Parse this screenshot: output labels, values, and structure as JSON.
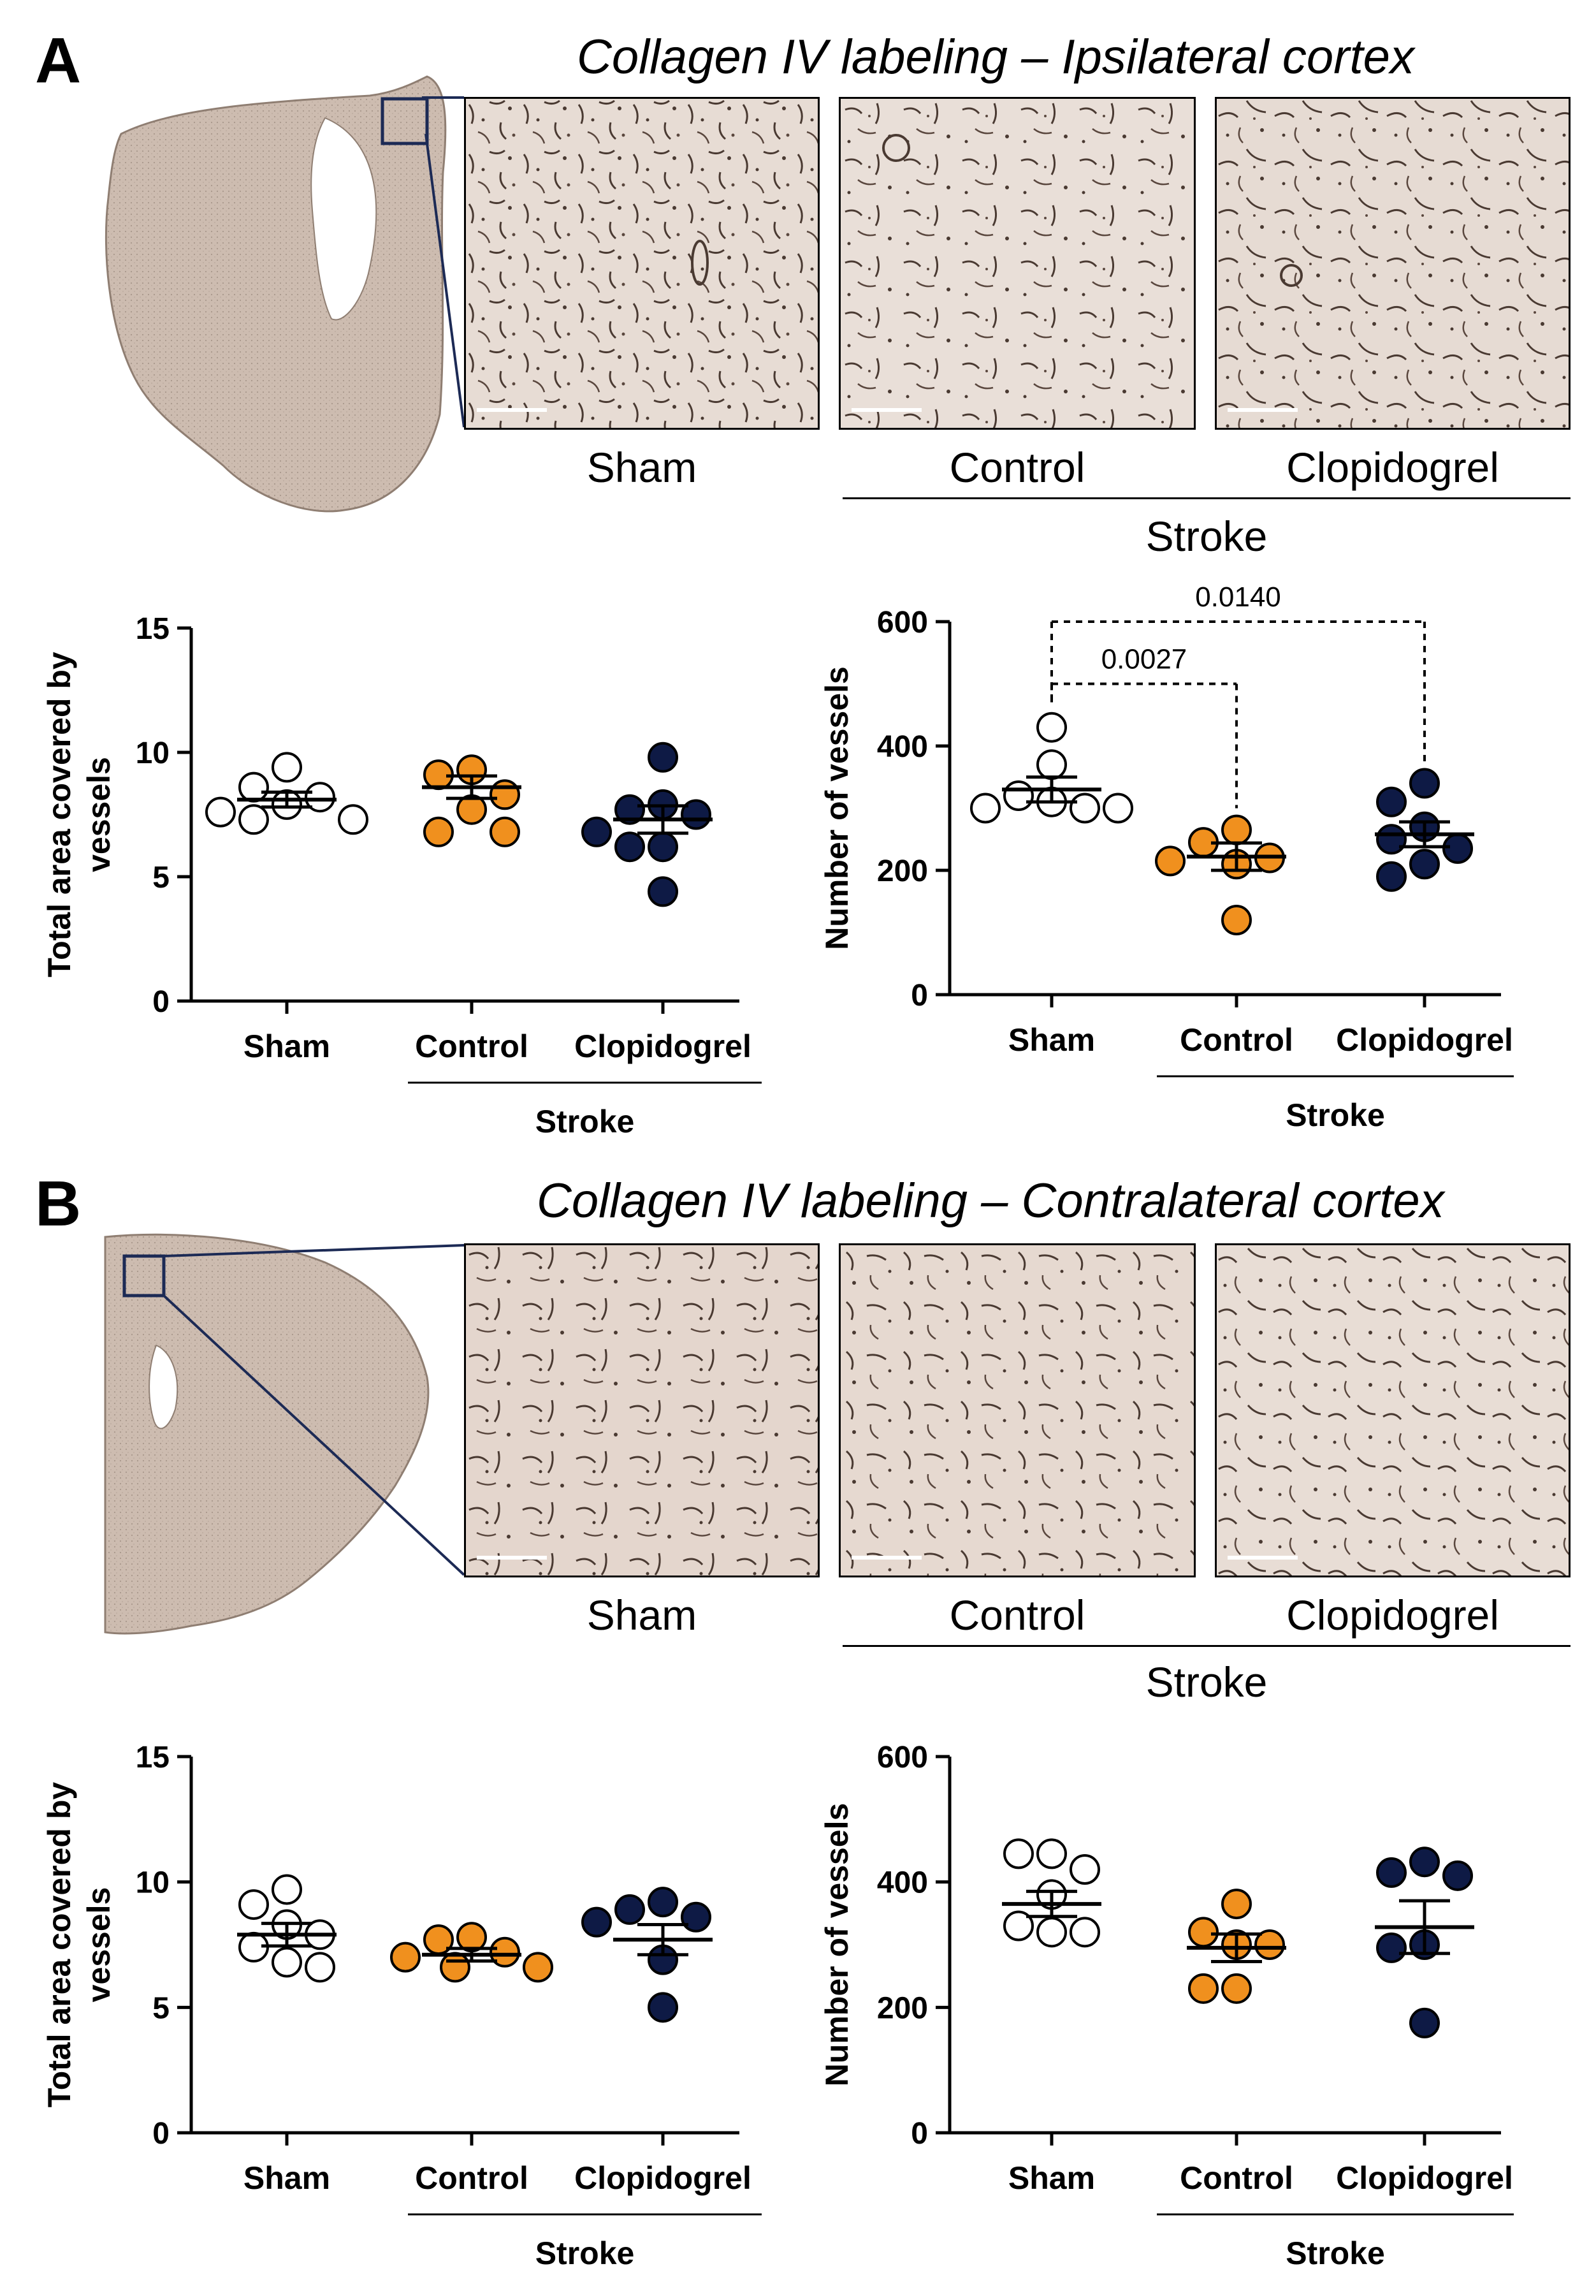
{
  "panels": [
    {
      "letter": "A",
      "title": "Collagen IV labeling – Ipsilateral cortex",
      "micro_labels": [
        "Sham",
        "Control",
        "Clopidogrel"
      ],
      "group_label": "Stroke"
    },
    {
      "letter": "B",
      "title": "Collagen IV labeling – Contralateral cortex",
      "micro_labels": [
        "Sham",
        "Control",
        "Clopidogrel"
      ],
      "group_label": "Stroke"
    }
  ],
  "colors": {
    "sham": "#ffffff",
    "control": "#f0901e",
    "clopidogrel": "#0e1a45",
    "tissue": "#cdbcb0",
    "vessel": "#4a3a32",
    "box": "#1c2a55"
  },
  "chart_data": [
    {
      "type": "scatter",
      "panel": "A",
      "ylabel_lines": [
        "Total area covered by",
        "vessels"
      ],
      "ylim": [
        0,
        15
      ],
      "yticks": [
        "0",
        "5",
        "10",
        "15"
      ],
      "categories": [
        "Sham",
        "Control",
        "Clopidogrel"
      ],
      "group_label": "Stroke",
      "series": [
        {
          "values": [
            9.4,
            8.6,
            8.2,
            7.9,
            7.6,
            7.3,
            7.3
          ],
          "mean": 8.1,
          "sem": 0.3
        },
        {
          "values": [
            9.3,
            9.1,
            8.3,
            7.7,
            6.8,
            6.8
          ],
          "mean": 8.6,
          "sem": 0.45
        },
        {
          "values": [
            9.8,
            7.9,
            7.7,
            7.5,
            6.8,
            6.2,
            6.2,
            4.4
          ],
          "mean": 7.3,
          "sem": 0.55
        }
      ],
      "comparisons": []
    },
    {
      "type": "scatter",
      "panel": "A",
      "ylabel_lines": [
        "Number of vessels"
      ],
      "ylim": [
        0,
        600
      ],
      "yticks": [
        "0",
        "200",
        "400",
        "600"
      ],
      "categories": [
        "Sham",
        "Control",
        "Clopidogrel"
      ],
      "group_label": "Stroke",
      "series": [
        {
          "values": [
            430,
            370,
            320,
            310,
            300,
            300,
            300
          ],
          "mean": 330,
          "sem": 20
        },
        {
          "values": [
            265,
            245,
            220,
            215,
            210,
            120
          ],
          "mean": 222,
          "sem": 22
        },
        {
          "values": [
            340,
            310,
            270,
            250,
            235,
            210,
            190
          ],
          "mean": 258,
          "sem": 20
        }
      ],
      "comparisons": [
        {
          "label": "0.0027",
          "from": 0,
          "to": 1,
          "level": 500
        },
        {
          "label": "0.0140",
          "from": 0,
          "to": 2,
          "level": 600
        }
      ]
    },
    {
      "type": "scatter",
      "panel": "B",
      "ylabel_lines": [
        "Total area covered by",
        "vessels"
      ],
      "ylim": [
        0,
        15
      ],
      "yticks": [
        "0",
        "5",
        "10",
        "15"
      ],
      "categories": [
        "Sham",
        "Control",
        "Clopidogrel"
      ],
      "group_label": "Stroke",
      "series": [
        {
          "values": [
            9.7,
            9.1,
            8.3,
            7.9,
            7.4,
            6.8,
            6.6
          ],
          "mean": 7.9,
          "sem": 0.45
        },
        {
          "values": [
            7.8,
            7.7,
            7.2,
            7.0,
            6.6,
            6.6
          ],
          "mean": 7.1,
          "sem": 0.25
        },
        {
          "values": [
            9.2,
            8.9,
            8.6,
            8.4,
            6.9,
            5.0
          ],
          "mean": 7.7,
          "sem": 0.6
        }
      ],
      "comparisons": []
    },
    {
      "type": "scatter",
      "panel": "B",
      "ylabel_lines": [
        "Number of vessels"
      ],
      "ylim": [
        0,
        600
      ],
      "yticks": [
        "0",
        "200",
        "400",
        "600"
      ],
      "categories": [
        "Sham",
        "Control",
        "Clopidogrel"
      ],
      "group_label": "Stroke",
      "series": [
        {
          "values": [
            445,
            445,
            420,
            380,
            330,
            320,
            320
          ],
          "mean": 365,
          "sem": 20
        },
        {
          "values": [
            365,
            320,
            300,
            300,
            230,
            230
          ],
          "mean": 295,
          "sem": 22
        },
        {
          "values": [
            432,
            415,
            410,
            300,
            295,
            175
          ],
          "mean": 328,
          "sem": 42
        }
      ],
      "comparisons": []
    }
  ]
}
